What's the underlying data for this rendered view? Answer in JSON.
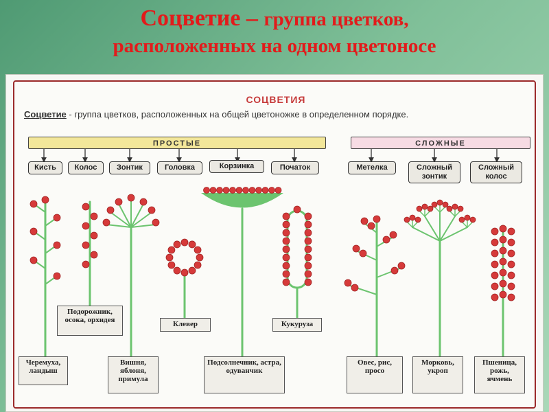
{
  "slide_title": {
    "bold": "Соцветие –",
    "rest_line1": "группа цветков,",
    "line2": "расположенных на одном цветоносе"
  },
  "panel": {
    "title": "СОЦВЕТИЯ",
    "definition_term": "Соцветие",
    "definition_text": " - группа цветков, расположенных на общей цветоножке в определенном порядке."
  },
  "groups": {
    "simple": "ПРОСТЫЕ",
    "complex": "СЛОЖНЫЕ"
  },
  "types": [
    "Кисть",
    "Колос",
    "Зонтик",
    "Головка",
    "Корзинка",
    "Початок",
    "Метелка",
    "Сложный зонтик",
    "Сложный колос"
  ],
  "examples": {
    "cheremukha": "Черемуха, ландыш",
    "podorozhnik": "Подорожник, осока, орхидея",
    "vishnya": "Вишня, яблоня, примула",
    "klever": "Клевер",
    "podsolnechnik": "Подсолнечник, астра, одуванчик",
    "kukuruza": "Кукуруза",
    "oves": "Овес, рис, просо",
    "morkov": "Морковь, укроп",
    "pshenitsa": "Пшеница, рожь, ячмень"
  },
  "colors": {
    "title_red": "#e21b1b",
    "stem_green": "#6cc46f",
    "flower_red": "#d63a3a",
    "simple_bar": "#f3e79a",
    "complex_bar": "#f7dbe4"
  }
}
